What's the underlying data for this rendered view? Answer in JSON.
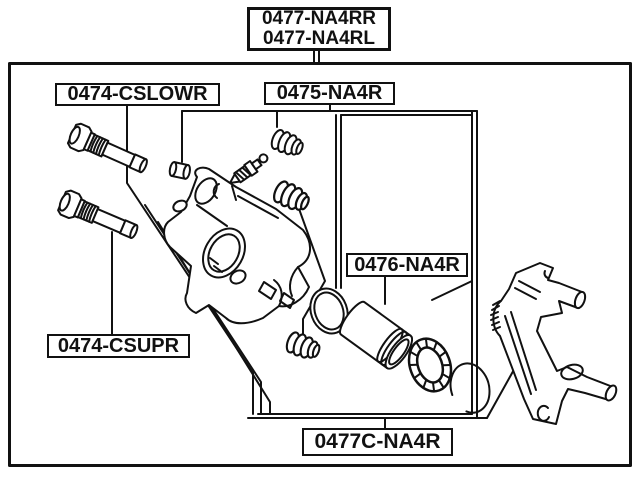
{
  "diagram": {
    "title_labels": {
      "assembly_line1": "0477-NA4RR",
      "assembly_line2": "0477-NA4RL",
      "lower_slide_pin_kit": "0474-CSLOWR",
      "caliper_repair_kit": "0475-NA4R",
      "piston_kit": "0476-NA4R",
      "upper_slide_pin_kit": "0474-CSUPR",
      "caliper_bracket_kit": "0477C-NA4R"
    },
    "colors": {
      "line": "#111111",
      "background": "#ffffff"
    }
  }
}
